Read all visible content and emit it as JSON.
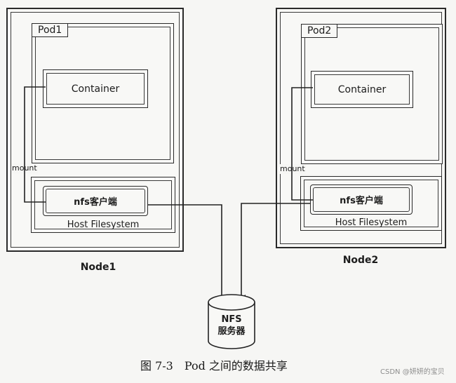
{
  "nodes": [
    {
      "label": "Node1",
      "pod_label": "Pod1",
      "container_label": "Container",
      "mount_label": "mount",
      "nfs_client_label": "nfs客户端",
      "host_fs_label": "Host Filesystem"
    },
    {
      "label": "Node2",
      "pod_label": "Pod2",
      "container_label": "Container",
      "mount_label": "mount",
      "nfs_client_label": "nfs客户端",
      "host_fs_label": "Host Filesystem"
    }
  ],
  "nfs_server": {
    "line1": "NFS",
    "line2": "服务器"
  },
  "caption": "图 7-3　Pod 之间的数据共享",
  "watermark": "CSDN @妍妍的宝贝"
}
